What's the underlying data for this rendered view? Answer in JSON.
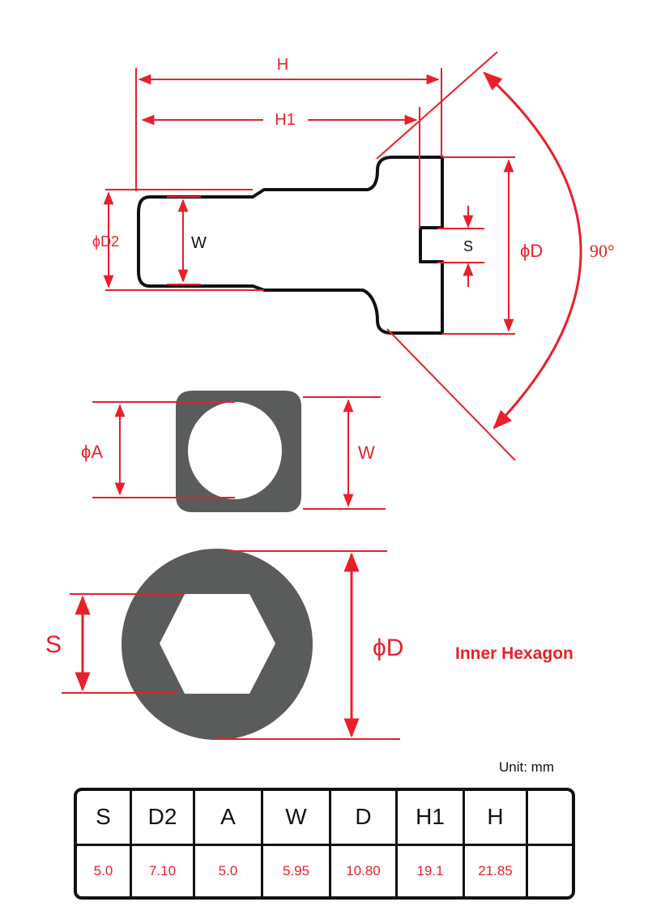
{
  "colors": {
    "dimension": "#e8202a",
    "outline": "#111111",
    "part_fill": "#5a5b5b"
  },
  "side_view": {
    "label_h": "H",
    "label_h1": "H1",
    "label_d2": "ϕD2",
    "label_w": "W",
    "label_s": "S",
    "label_d": "ϕD",
    "label_angle": "90°"
  },
  "square_view": {
    "label_a": "ϕA",
    "label_w": "W"
  },
  "hex_view": {
    "label_s": "S",
    "label_d": "ϕD",
    "caption": "Inner Hexagon"
  },
  "unit": "Unit: mm",
  "table": {
    "headers": [
      "S",
      "D2",
      "A",
      "W",
      "D",
      "H1",
      "H",
      ""
    ],
    "values": [
      "5.0",
      "7.10",
      "5.0",
      "5.95",
      "10.80",
      "19.1",
      "21.85",
      ""
    ]
  }
}
